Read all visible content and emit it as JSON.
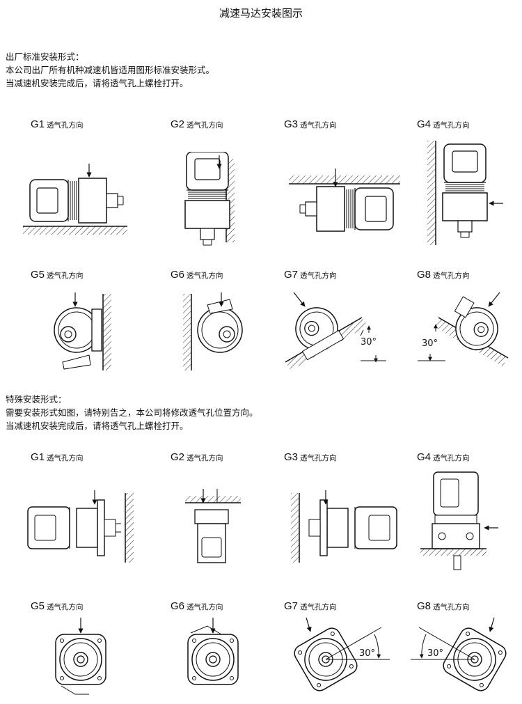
{
  "title": "减速马达安装图示",
  "standard": {
    "heading": "出厂标准安装形式：",
    "line1": "本公司出厂所有机种减速机皆适用图形标准安装形式。",
    "line2": "当减速机安装完成后，请将透气孔上螺栓打开。",
    "items": [
      {
        "id": "G1",
        "text": "透气孔方向"
      },
      {
        "id": "G2",
        "text": "透气孔方向"
      },
      {
        "id": "G3",
        "text": "透气孔方向"
      },
      {
        "id": "G4",
        "text": "透气孔方向"
      },
      {
        "id": "G5",
        "text": "透气孔方向"
      },
      {
        "id": "G6",
        "text": "透气孔方向"
      },
      {
        "id": "G7",
        "text": "透气孔方向",
        "angle": "30°"
      },
      {
        "id": "G8",
        "text": "透气孔方向",
        "angle": "30°"
      }
    ]
  },
  "special": {
    "heading": "特殊安装形式：",
    "line1": "需要安装形式如图，请特别告之，本公司将修改透气孔位置方向。",
    "line2": "当减速机安装完成后，请将透气孔上螺栓打开。",
    "items": [
      {
        "id": "G1",
        "text": "透气孔方向"
      },
      {
        "id": "G2",
        "text": "透气孔方向"
      },
      {
        "id": "G3",
        "text": "透气孔方向"
      },
      {
        "id": "G4",
        "text": "透气孔方向"
      },
      {
        "id": "G5",
        "text": "透气孔方向"
      },
      {
        "id": "G6",
        "text": "透气孔方向"
      },
      {
        "id": "G7",
        "text": "透气孔方向",
        "angle": "30°"
      },
      {
        "id": "G8",
        "text": "透气孔方向",
        "angle": "30°"
      }
    ]
  }
}
